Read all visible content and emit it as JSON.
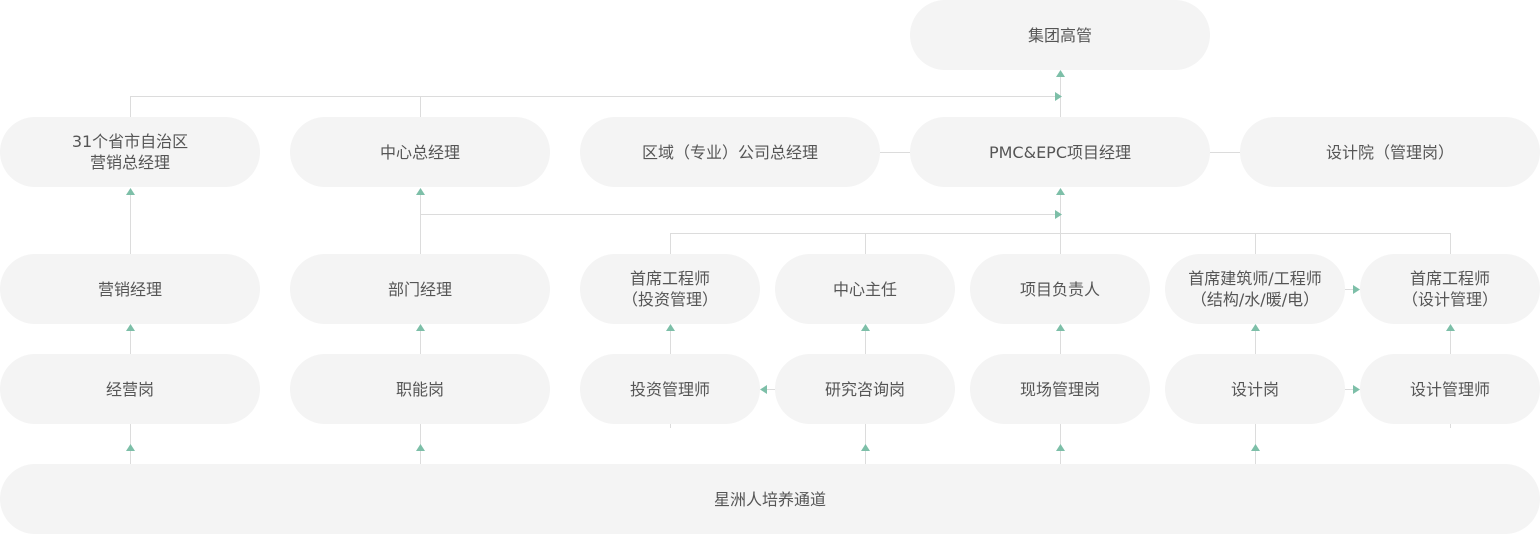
{
  "colors": {
    "node_fill": "#f4f4f4",
    "text": "#555555",
    "connector": "#dcdcdc",
    "arrow": "#7dbfa8"
  },
  "nodes": {
    "group_exec": "集团高管",
    "provincial_marketing_gm": "31个省市自治区\n营销总经理",
    "center_gm": "中心总经理",
    "regional_company_gm": "区域（专业）公司总经理",
    "pmc_epc_pm": "PMC&EPC项目经理",
    "design_institute_mgmt": "设计院（管理岗）",
    "marketing_manager": "营销经理",
    "department_manager": "部门经理",
    "chief_engineer_investment": "首席工程师\n（投资管理）",
    "center_director": "中心主任",
    "project_lead": "项目负责人",
    "chief_architect_engineer": "首席建筑师/工程师\n（结构/水/暖/电）",
    "chief_engineer_design": "首席工程师\n（设计管理）",
    "business_post": "经营岗",
    "functional_post": "职能岗",
    "investment_manager": "投资管理师",
    "research_consulting_post": "研究咨询岗",
    "site_management_post": "现场管理岗",
    "design_post": "设计岗",
    "design_manager": "设计管理师",
    "talent_channel": "星洲人培养通道"
  }
}
